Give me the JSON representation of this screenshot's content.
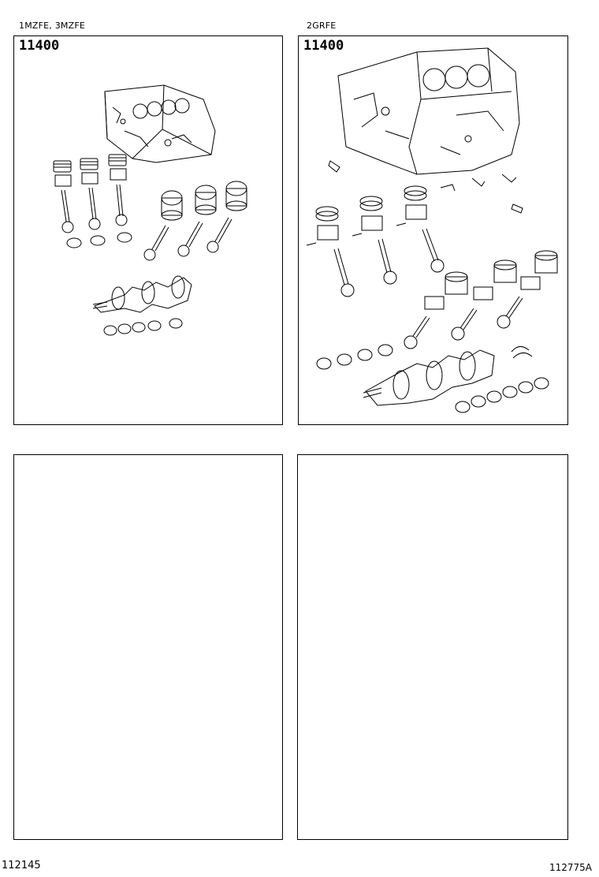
{
  "panels": [
    {
      "engine_label": "1MZFE, 3MZFE",
      "part_number": "11400"
    },
    {
      "engine_label": "2GRFE",
      "part_number": "11400"
    },
    {
      "engine_label": "",
      "part_number": ""
    },
    {
      "engine_label": "",
      "part_number": ""
    }
  ],
  "footer": {
    "left_code": "112145",
    "right_code": "112775A"
  }
}
